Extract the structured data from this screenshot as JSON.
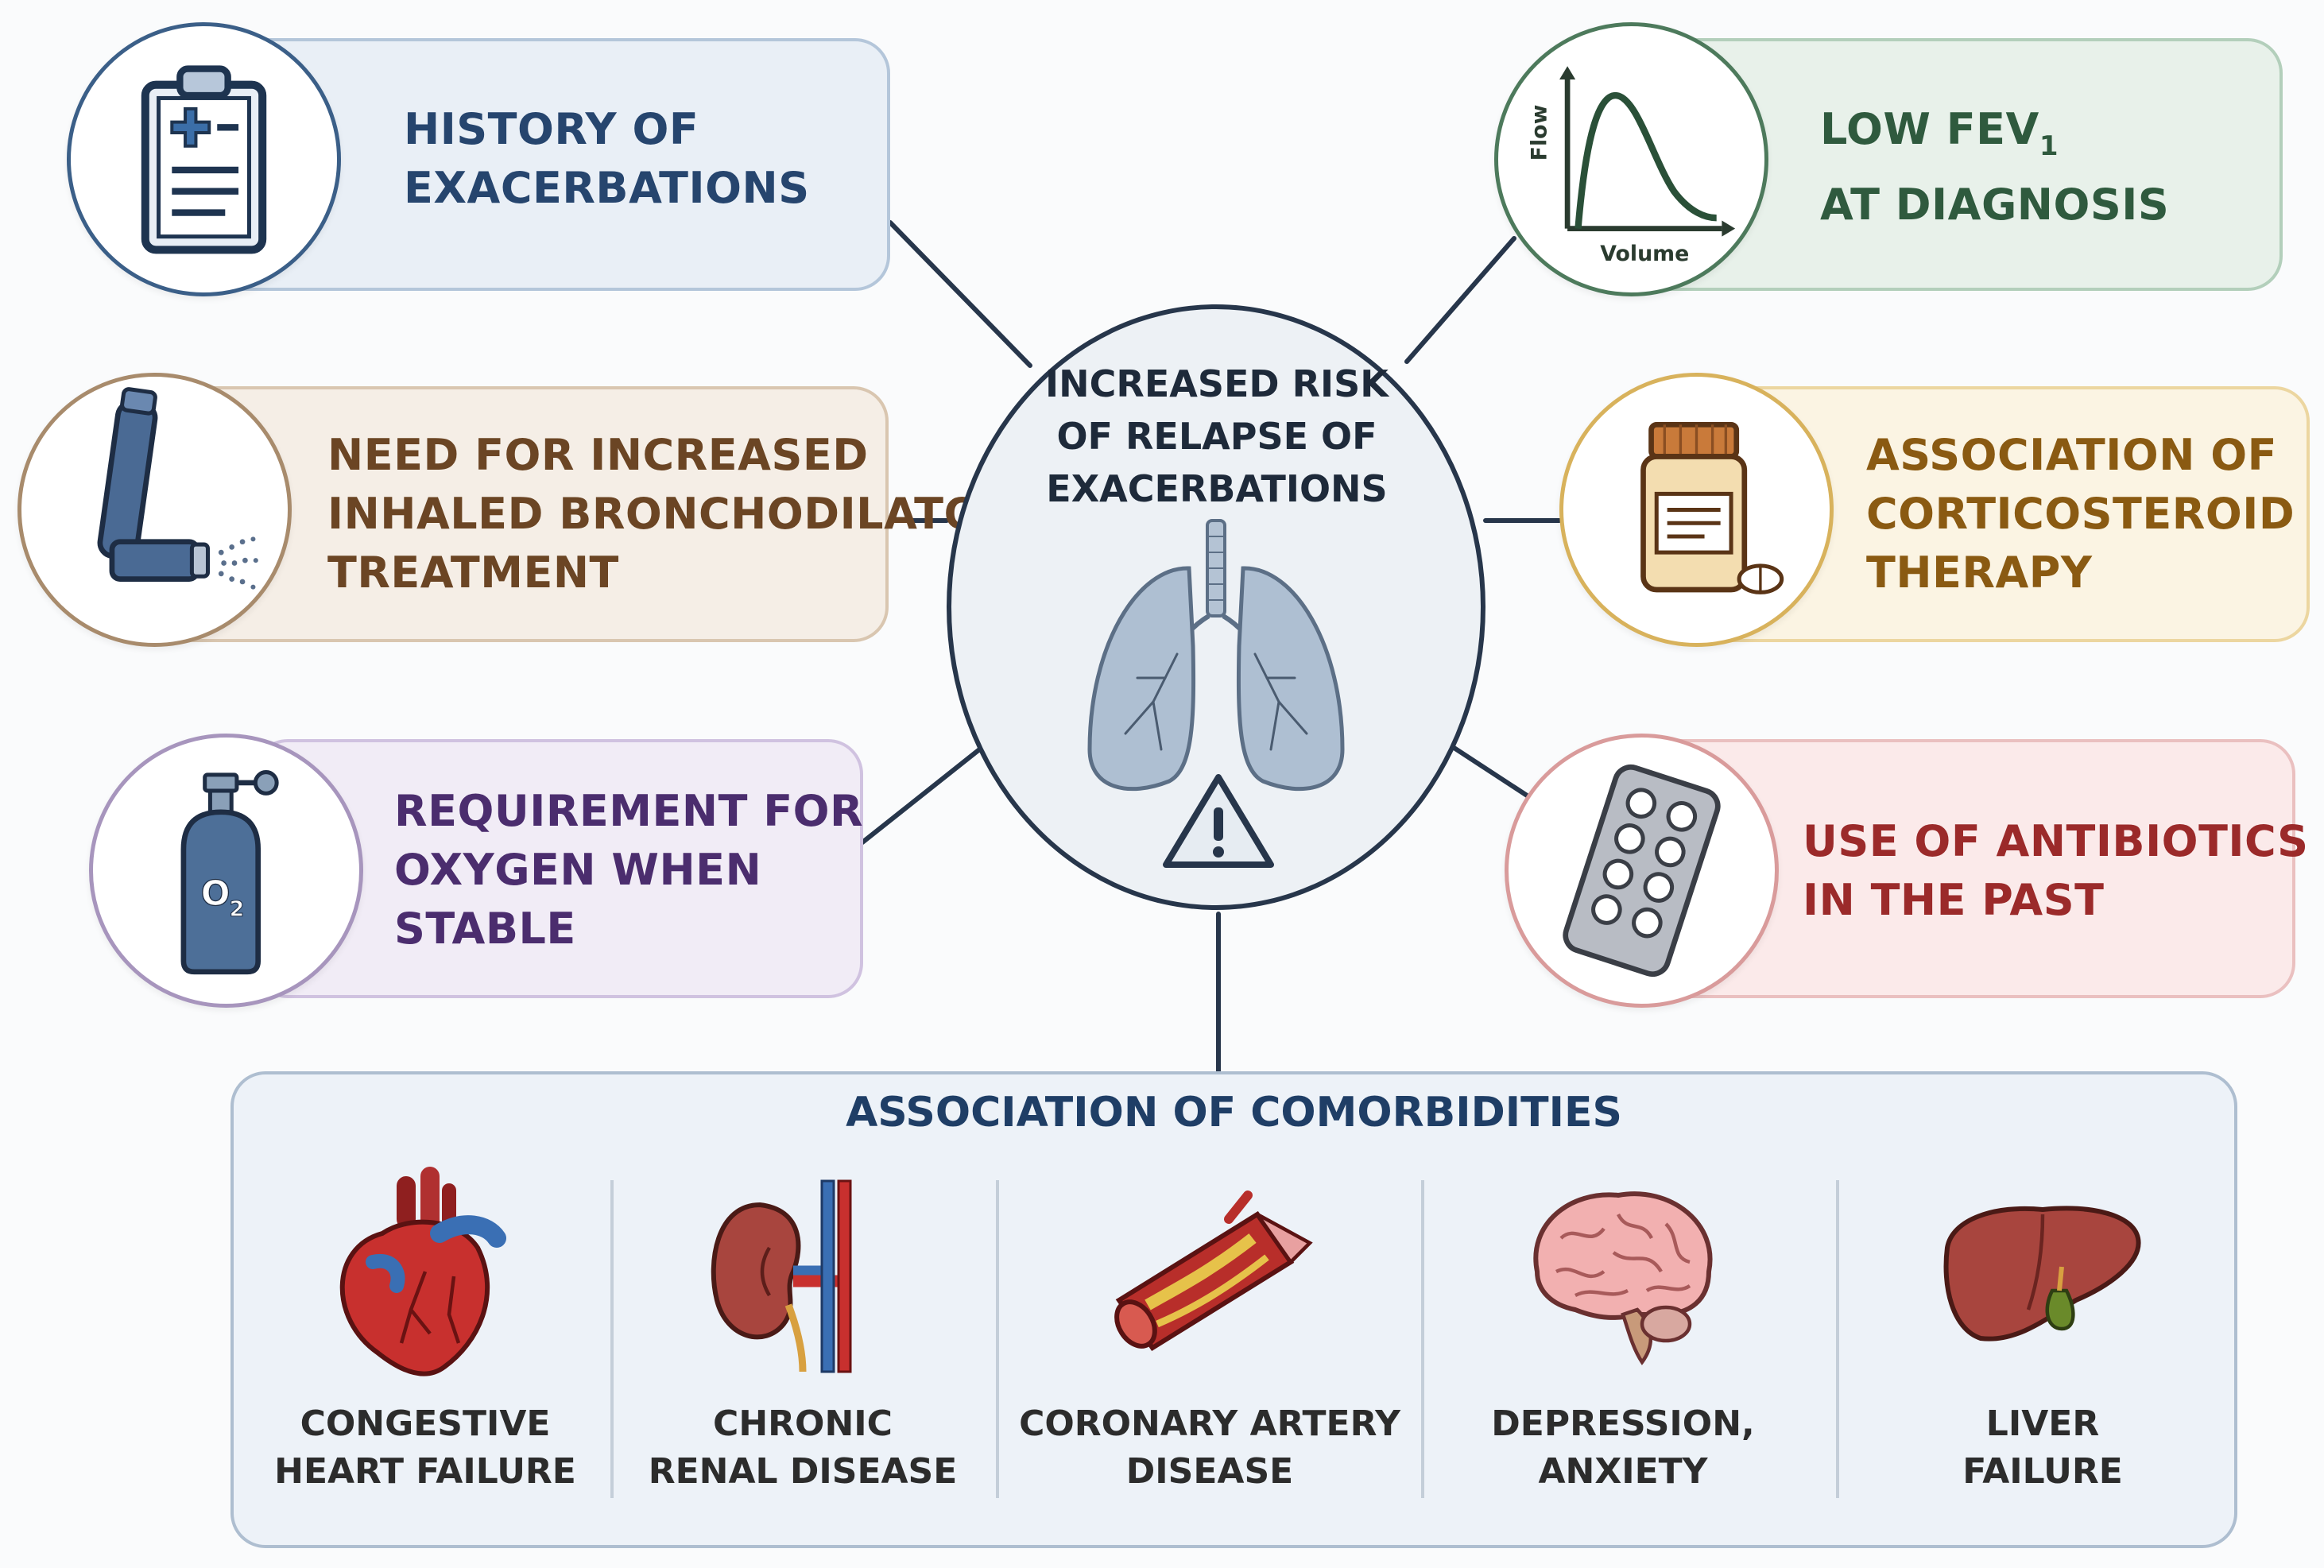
{
  "hub": {
    "lines": [
      "INCREASED RISK",
      "OF RELAPSE OF",
      "EXACERBATIONS"
    ]
  },
  "factors": {
    "history": {
      "lines": [
        "HISTORY OF",
        "EXACERBATIONS"
      ],
      "icon": "clipboard-icon",
      "color": "#26456e"
    },
    "fev": {
      "line1_main": "LOW FEV",
      "line1_sub": "1",
      "line2": "AT DIAGNOSIS",
      "icon": "flow-volume-curve-icon",
      "color": "#2f5a3e",
      "axis_y": "Flow",
      "axis_x": "Volume"
    },
    "bronchodilator": {
      "lines": [
        "NEED FOR INCREASED",
        "INHALED BRONCHODILATOR",
        "TREATMENT"
      ],
      "icon": "inhaler-icon",
      "color": "#6b4524"
    },
    "corticosteroid": {
      "lines": [
        "ASSOCIATION OF",
        "CORTICOSTEROID",
        "THERAPY"
      ],
      "icon": "pill-bottle-icon",
      "color": "#8a5a12"
    },
    "oxygen": {
      "lines": [
        "REQUIREMENT FOR",
        "OXYGEN WHEN",
        "STABLE"
      ],
      "icon": "oxygen-tank-icon",
      "color": "#4b2d6e",
      "tank_label": "O",
      "tank_sub": "2"
    },
    "antibiotics": {
      "lines": [
        "USE OF ANTIBIOTICS",
        "IN THE PAST"
      ],
      "icon": "blister-pack-icon",
      "color": "#9b2a2a"
    }
  },
  "comorbidities": {
    "title": "ASSOCIATION OF COMORBIDITIES",
    "items": [
      {
        "lines": [
          "CONGESTIVE",
          "HEART FAILURE"
        ],
        "icon": "heart-icon"
      },
      {
        "lines": [
          "CHRONIC",
          "RENAL DISEASE"
        ],
        "icon": "kidney-icon"
      },
      {
        "lines": [
          "CORONARY ARTERY",
          "DISEASE"
        ],
        "icon": "artery-icon"
      },
      {
        "lines": [
          "DEPRESSION,",
          "ANXIETY"
        ],
        "icon": "brain-icon"
      },
      {
        "lines": [
          "LIVER",
          "FAILURE"
        ],
        "icon": "liver-icon"
      }
    ]
  },
  "colors": {
    "hub_border": "#27364b",
    "blue": "#3b5f88",
    "green": "#4d7a5c",
    "brown": "#a88b6c",
    "gold": "#d8b25c",
    "purple": "#a795bd",
    "red": "#d99b9b"
  }
}
